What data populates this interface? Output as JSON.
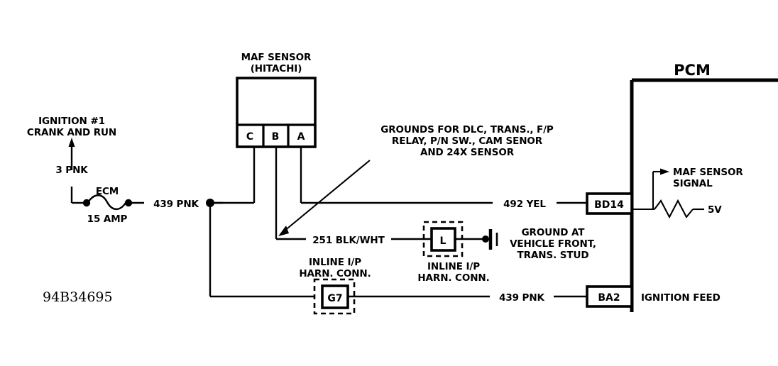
{
  "diagram": {
    "drawing_number": "94B34695",
    "title_blocks": {
      "maf_sensor": "MAF SENSOR",
      "maf_sensor_sub": "(HITACHI)",
      "pcm": "PCM"
    },
    "maf_terminals": [
      {
        "id": "C",
        "label": "C"
      },
      {
        "id": "B",
        "label": "B"
      },
      {
        "id": "A",
        "label": "A"
      }
    ],
    "pcm_terminals": [
      {
        "id": "BD14",
        "label": "BD14",
        "function": "MAF SENSOR SIGNAL"
      },
      {
        "id": "BA2",
        "label": "BA2",
        "function": "IGNITION FEED"
      }
    ],
    "power_source": {
      "name_line1": "IGNITION #1",
      "name_line2": "CRANK AND RUN",
      "feed_wire": "3 PNK",
      "fuse_name": "ECM",
      "fuse_rating": "15 AMP"
    },
    "wires": [
      {
        "id": "w-439-left",
        "label": "439 PNK"
      },
      {
        "id": "w-251",
        "label": "251 BLK/WHT"
      },
      {
        "id": "w-492",
        "label": "492 YEL"
      },
      {
        "id": "w-439-bottom",
        "label": "439 PNK"
      }
    ],
    "connectors": [
      {
        "id": "L",
        "label": "L",
        "caption_line1": "INLINE I/P",
        "caption_line2": "HARN. CONN."
      },
      {
        "id": "G7",
        "label": "G7",
        "caption_line1": "INLINE I/P",
        "caption_line2": "HARN. CONN."
      }
    ],
    "annotations": {
      "grounds_note_line1": "GROUNDS FOR DLC, TRANS., F/P",
      "grounds_note_line2": "RELAY, P/N SW., CAM SENOR",
      "grounds_note_line3": "AND 24X SENSOR",
      "ground_point_line1": "GROUND AT",
      "ground_point_line2": "VEHICLE FRONT,",
      "ground_point_line3": "TRANS. STUD",
      "maf_signal_line1": "MAF SENSOR",
      "maf_signal_line2": "SIGNAL",
      "pullup_voltage": "5V"
    },
    "colors": {
      "ink": "#000000",
      "paper": "#ffffff"
    }
  }
}
